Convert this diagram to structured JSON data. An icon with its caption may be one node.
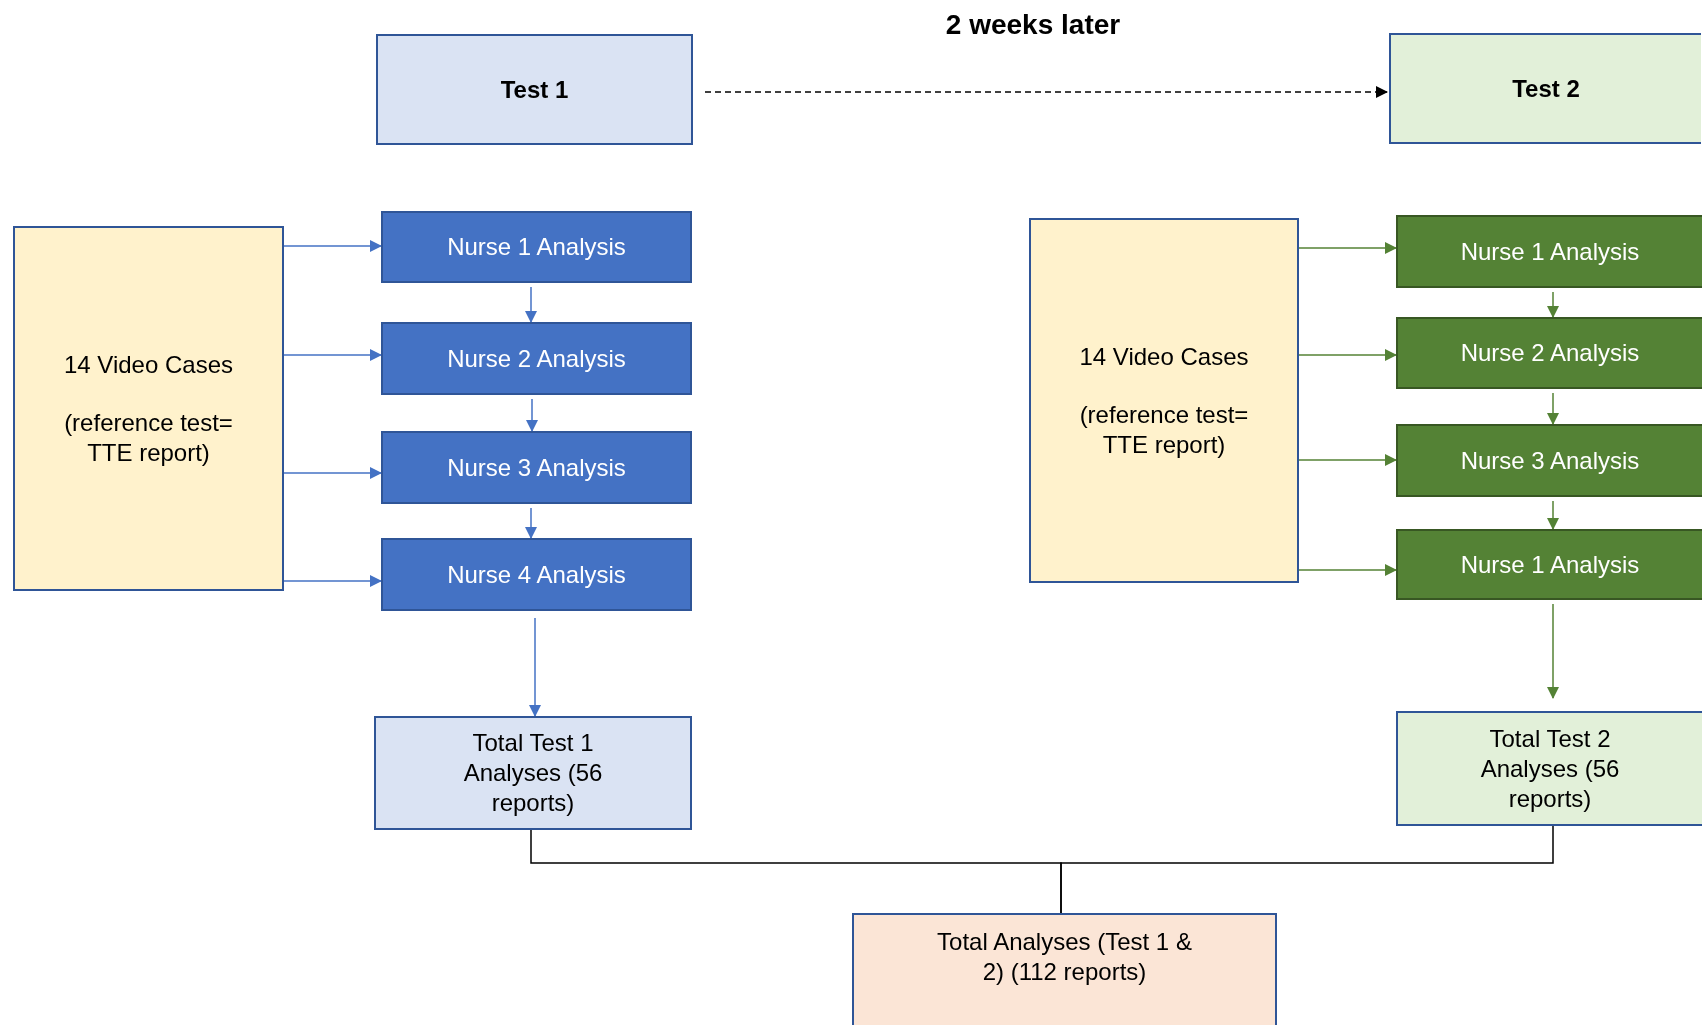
{
  "diagram": {
    "nodes": [
      {
        "text": [
          "Test 1"
        ]
      },
      {
        "text": [
          "Test 2"
        ]
      },
      {
        "text": [
          "14 Video Cases",
          "(reference test= TTE report)"
        ]
      },
      {
        "text": [
          "Nurse 1 Analysis"
        ]
      },
      {
        "text": [
          "Nurse 2 Analysis"
        ]
      },
      {
        "text": [
          "Nurse 3 Analysis"
        ]
      },
      {
        "text": [
          "Nurse 4 Analysis"
        ]
      },
      {
        "text": [
          "Total Test 1 Analyses (56 reports)"
        ]
      },
      {
        "text": [
          "14 Video Cases",
          "(reference test= TTE report)"
        ]
      },
      {
        "text": [
          "Nurse 1 Analysis"
        ]
      },
      {
        "text": [
          "Nurse 2 Analysis"
        ]
      },
      {
        "text": [
          "Nurse 3 Analysis"
        ]
      },
      {
        "text": [
          "Nurse 1 Analysis"
        ]
      },
      {
        "text": [
          "Total Test 2 Analyses (56 reports)"
        ]
      },
      {
        "text": [
          "Total Analyses (Test 1 & 2) (112 reports)"
        ]
      }
    ],
    "edges": [
      {
        "from": 0,
        "to": 1,
        "arrow": "to",
        "label": "2 weeks later",
        "style": "dashed",
        "color": "#000000"
      },
      {
        "from": 2,
        "to": 3,
        "arrow": "to"
      },
      {
        "from": 2,
        "to": 4,
        "arrow": "to"
      },
      {
        "from": 2,
        "to": 5,
        "arrow": "to"
      },
      {
        "from": 2,
        "to": 6,
        "arrow": "to"
      },
      {
        "from": 3,
        "to": 4,
        "arrow": "to"
      },
      {
        "from": 4,
        "to": 5,
        "arrow": "to"
      },
      {
        "from": 5,
        "to": 6,
        "arrow": "to"
      },
      {
        "from": 6,
        "to": 7,
        "arrow": "to"
      },
      {
        "from": 8,
        "to": 9,
        "arrow": "to",
        "color": "#548235"
      },
      {
        "from": 8,
        "to": 10,
        "arrow": "to",
        "color": "#548235"
      },
      {
        "from": 8,
        "to": 11,
        "arrow": "to",
        "color": "#548235"
      },
      {
        "from": 8,
        "to": 12,
        "arrow": "to",
        "color": "#548235"
      },
      {
        "from": 9,
        "to": 10,
        "arrow": "to",
        "color": "#548235"
      },
      {
        "from": 10,
        "to": 11,
        "arrow": "to",
        "color": "#548235"
      },
      {
        "from": 11,
        "to": 12,
        "arrow": "to",
        "color": "#548235"
      },
      {
        "from": 12,
        "to": 13,
        "arrow": "to",
        "color": "#548235"
      },
      {
        "from": 7,
        "to": 14,
        "arrow": "none",
        "color": "#000000"
      },
      {
        "from": 13,
        "to": 14,
        "arrow": "none",
        "color": "#000000"
      }
    ]
  }
}
